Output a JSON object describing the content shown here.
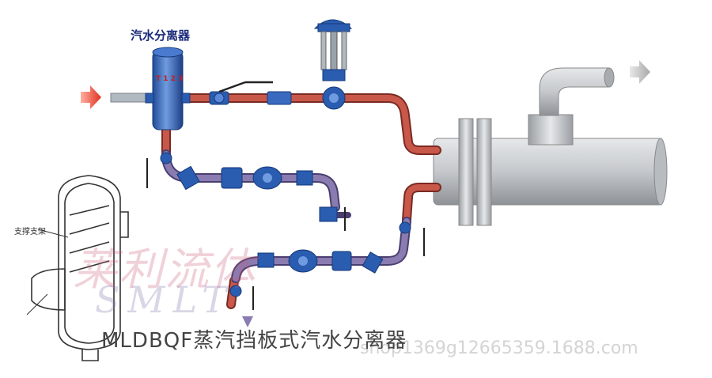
{
  "labels": {
    "top": "汽水分离器",
    "support": "支撑支架",
    "tank": "T 1 2 3",
    "model_title": "MLDBQF蒸汽挡板式汽水分离器"
  },
  "watermark": {
    "chinese": "莱利流体",
    "latin": "SMLT",
    "url": "shop1369g12665359.1688.com"
  },
  "colors": {
    "pipe_steam": "#c8584a",
    "pipe_condensate": "#8a7cb0",
    "pipe_inlet": "#b0b8c0",
    "tank_blue": "#2a5cb0",
    "equipment_gray": "#c4c8cc",
    "arrow_red": "#e03020",
    "arrow_gray": "#b8b8b8"
  },
  "icons": [
    "inlet-arrow-icon",
    "outlet-arrow-icon",
    "drain-arrow-icon",
    "ball-valve-icon",
    "control-valve-icon",
    "steam-trap-icon",
    "strainer-icon"
  ]
}
